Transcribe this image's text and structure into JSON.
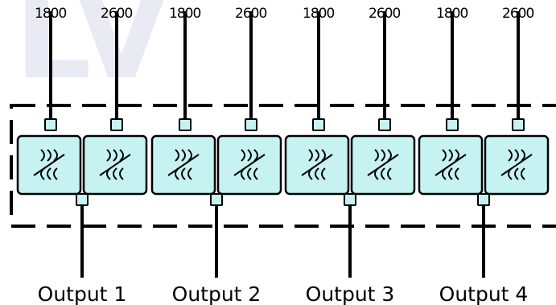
{
  "colors": {
    "filter_fill": "#c6f2f2",
    "port_fill": "#c6f2f2",
    "stroke": "#000000",
    "watermark": "#e9eaf3"
  },
  "watermark": "LV",
  "groups": [
    {
      "output_label": "Output 1",
      "filters": [
        {
          "freq_label": "1800"
        },
        {
          "freq_label": "2600"
        }
      ]
    },
    {
      "output_label": "Output 2",
      "filters": [
        {
          "freq_label": "1800"
        },
        {
          "freq_label": "2600"
        }
      ]
    },
    {
      "output_label": "Output 3",
      "filters": [
        {
          "freq_label": "1800"
        },
        {
          "freq_label": "2600"
        }
      ]
    },
    {
      "output_label": "Output 4",
      "filters": [
        {
          "freq_label": "1800"
        },
        {
          "freq_label": "2600"
        }
      ]
    }
  ],
  "filter_symbol": "bandpass-filter-icon"
}
